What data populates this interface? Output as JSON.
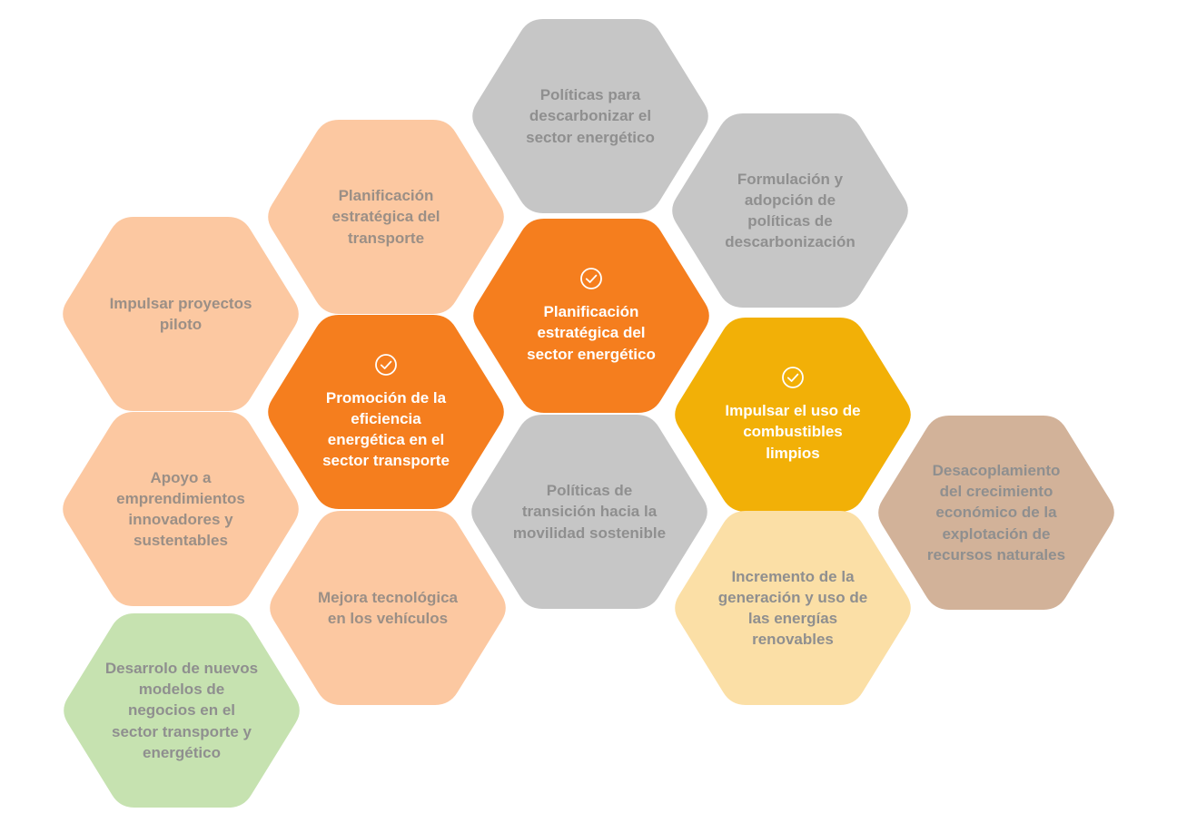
{
  "colors": {
    "peach": "#FCC8A1",
    "gray": "#C6C6C6",
    "orange": "#F57E1E",
    "gold": "#F2B007",
    "tan": "#D2B299",
    "light_yellow": "#FBDFA6",
    "green": "#C6E2B0",
    "text_gray": "#8F8F8F",
    "text_peach": "#9B8F86",
    "text_white": "#FFFFFF"
  },
  "hexes": [
    {
      "id": "politicas-descarbonizar",
      "text": "Políticas para\ndescarbonizar el\nsector energético",
      "fill": "gray",
      "ink": "text_gray",
      "check": false
    },
    {
      "id": "planificacion-transporte",
      "text": "Planificación\nestratégica del\ntransporte",
      "fill": "peach",
      "ink": "text_peach",
      "check": false
    },
    {
      "id": "formulacion-politicas",
      "text": "Formulación y\nadopción de\npolíticas de\ndescarbonización",
      "fill": "gray",
      "ink": "text_gray",
      "check": false
    },
    {
      "id": "impulsar-proyectos",
      "text": "Impulsar proyectos\npiloto",
      "fill": "peach",
      "ink": "text_peach",
      "check": false
    },
    {
      "id": "planificacion-energetico",
      "text": "Planificación\nestratégica del\nsector energético",
      "fill": "orange",
      "ink": "text_white",
      "check": true
    },
    {
      "id": "promocion-eficiencia",
      "text": "Promoción de la\neficiencia\nenergética en el\nsector transporte",
      "fill": "orange",
      "ink": "text_white",
      "check": true
    },
    {
      "id": "impulsar-combustibles",
      "text": "Impulsar el uso de\ncombustibles\nlimpios",
      "fill": "gold",
      "ink": "text_white",
      "check": true
    },
    {
      "id": "apoyo-emprendimientos",
      "text": "Apoyo a\nemprendimientos\ninnovadores y\nsustentables",
      "fill": "peach",
      "ink": "text_peach",
      "check": false
    },
    {
      "id": "politicas-transicion",
      "text": "Políticas de\ntransición hacia la\nmovilidad sostenible",
      "fill": "gray",
      "ink": "text_gray",
      "check": false
    },
    {
      "id": "desacoplamiento",
      "text": "Desacoplamiento\ndel crecimiento\neconómico de la\nexplotación de\nrecursos naturales",
      "fill": "tan",
      "ink": "text_gray",
      "check": false
    },
    {
      "id": "mejora-tecnologica",
      "text": "Mejora tecnológica\nen los vehículos",
      "fill": "peach",
      "ink": "text_peach",
      "check": false
    },
    {
      "id": "incremento-renovables",
      "text": "Incremento de la\ngeneración y uso de\nlas energías\nrenovables",
      "fill": "light_yellow",
      "ink": "text_gray",
      "check": false
    },
    {
      "id": "desarrollo-modelos",
      "text": "Desarrolo de nuevos\nmodelos de\nnegocios en el\nsector transporte y\nenergético",
      "fill": "green",
      "ink": "text_gray",
      "check": false
    }
  ]
}
